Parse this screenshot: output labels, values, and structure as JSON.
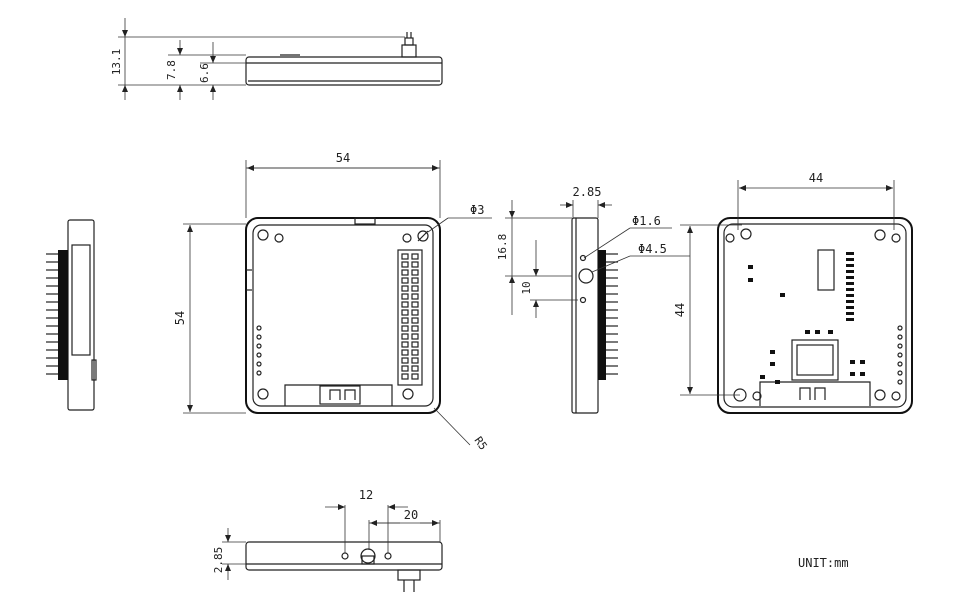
{
  "dimensions": {
    "top_total_height": "13.1",
    "top_body_height": "7.8",
    "top_case_height": "6.6",
    "front_width": "54",
    "front_height": "54",
    "front_hole_dia": "Φ3",
    "front_corner_radius": "R5",
    "side_offset": "2.85",
    "side_hole_small": "Φ1.6",
    "side_hole_large": "Φ4.5",
    "side_height_1": "16.8",
    "side_height_2": "10",
    "back_width": "44",
    "back_height": "44",
    "bottom_dist_1": "12",
    "bottom_dist_2": "20",
    "bottom_height": "2.85"
  },
  "unit_label": "UNIT:mm"
}
